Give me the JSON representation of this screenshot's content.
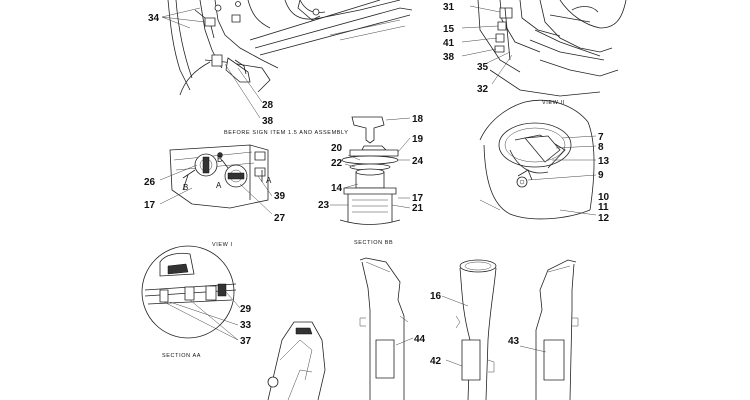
{
  "captions": {
    "before_sign": "BEFORE SIGN ITEM 1.5 AND ASSEMBLY",
    "view_i": "VIEW I",
    "view_ii": "VIEW II",
    "section_aa": "SECTION AA",
    "section_bb": "SECTION BB"
  },
  "markers": {
    "a": "A",
    "b": "B"
  },
  "callouts": [
    {
      "id": "34",
      "label": "34"
    },
    {
      "id": "28",
      "label": "28"
    },
    {
      "id": "38a",
      "label": "38"
    },
    {
      "id": "31",
      "label": "31"
    },
    {
      "id": "15",
      "label": "15"
    },
    {
      "id": "41",
      "label": "41"
    },
    {
      "id": "38b",
      "label": "38"
    },
    {
      "id": "35",
      "label": "35"
    },
    {
      "id": "32",
      "label": "32"
    },
    {
      "id": "18",
      "label": "18"
    },
    {
      "id": "19",
      "label": "19"
    },
    {
      "id": "20",
      "label": "20"
    },
    {
      "id": "24",
      "label": "24"
    },
    {
      "id": "22",
      "label": "22"
    },
    {
      "id": "14",
      "label": "14"
    },
    {
      "id": "17b",
      "label": "17"
    },
    {
      "id": "23",
      "label": "23"
    },
    {
      "id": "21",
      "label": "21"
    },
    {
      "id": "26",
      "label": "26"
    },
    {
      "id": "17a",
      "label": "17"
    },
    {
      "id": "39",
      "label": "39"
    },
    {
      "id": "27",
      "label": "27"
    },
    {
      "id": "7",
      "label": "7"
    },
    {
      "id": "8",
      "label": "8"
    },
    {
      "id": "13",
      "label": "13"
    },
    {
      "id": "9",
      "label": "9"
    },
    {
      "id": "10",
      "label": "10"
    },
    {
      "id": "11",
      "label": "11"
    },
    {
      "id": "12",
      "label": "12"
    },
    {
      "id": "29",
      "label": "29"
    },
    {
      "id": "33",
      "label": "33"
    },
    {
      "id": "37",
      "label": "37"
    },
    {
      "id": "16",
      "label": "16"
    },
    {
      "id": "42",
      "label": "42"
    },
    {
      "id": "44",
      "label": "44"
    },
    {
      "id": "43",
      "label": "43"
    }
  ]
}
